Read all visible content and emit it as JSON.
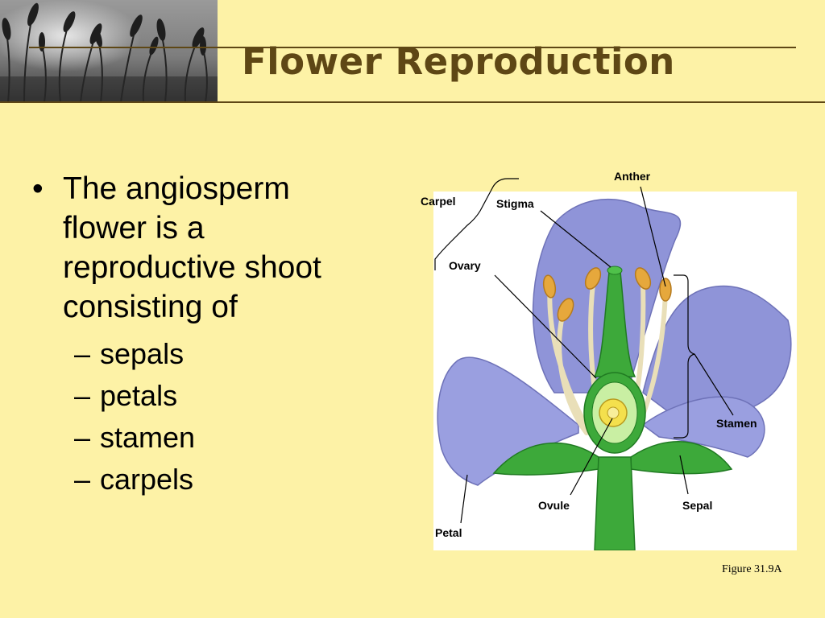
{
  "slide": {
    "title": "Flower Reproduction",
    "bullet": "The angiosperm flower is a reproductive shoot consisting of",
    "bullet_marker": "•",
    "dash": "–",
    "sub_items": [
      "sepals",
      "petals",
      "stamen",
      "carpels"
    ]
  },
  "figure": {
    "labels": {
      "anther": "Anther",
      "carpel": "Carpel",
      "stigma": "Stigma",
      "ovary": "Ovary",
      "stamen": "Stamen",
      "ovule": "Ovule",
      "sepal": "Sepal",
      "petal": "Petal"
    },
    "caption": "Figure 31.9A"
  },
  "colors": {
    "background": "#FDF2A6",
    "title": "#5E4715",
    "rule": "#5E4715",
    "petal": "#8E93D6",
    "stem": "#3DA93A",
    "anther": "#E6A83C"
  }
}
